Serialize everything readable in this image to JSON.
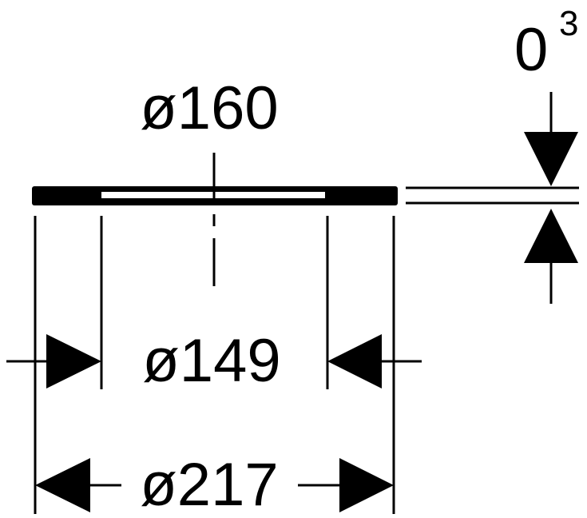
{
  "dimensions": {
    "top_diameter": "ø160",
    "inner_diameter": "ø149",
    "outer_diameter": "ø217",
    "thickness_main": "0",
    "thickness_sup": "3"
  },
  "colors": {
    "line": "#000000",
    "background": "#ffffff"
  }
}
